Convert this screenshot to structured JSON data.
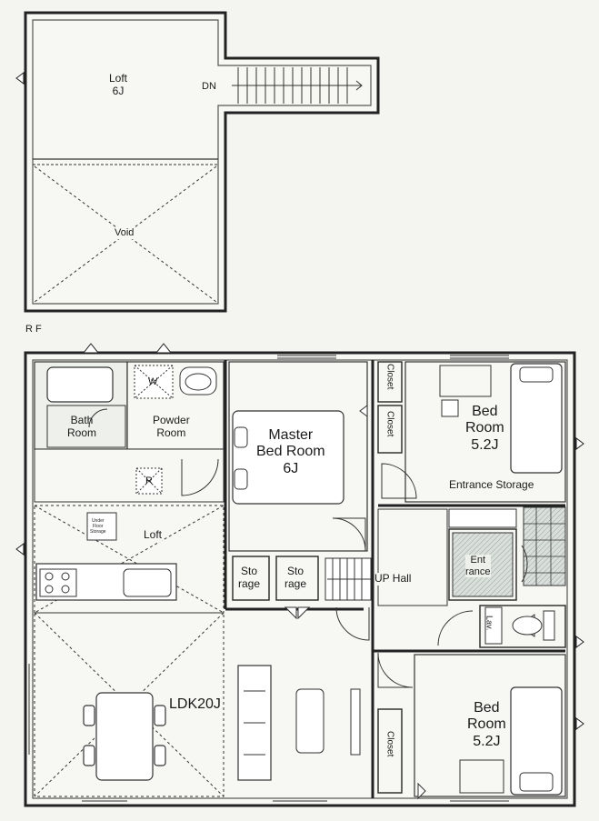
{
  "upper_floor": {
    "loft_name": "Loft",
    "loft_size": "6J",
    "stair_label": "DN",
    "void_label": "Void"
  },
  "floor_label": "RF",
  "main_floor": {
    "bath": [
      "Bath",
      "Room"
    ],
    "powder": [
      "Powder",
      "Room"
    ],
    "w_mark": "W",
    "r_mark": "R",
    "master": [
      "Master",
      "Bed Room",
      "6J"
    ],
    "closet": "Closet",
    "bed_room_top": [
      "Bed",
      "Room",
      "5.2J"
    ],
    "entrance_storage": "Entrance Storage",
    "under_floor_storage": [
      "Under",
      "Floor",
      "Storage"
    ],
    "loft": "Loft",
    "storage": [
      "Sto",
      "rage"
    ],
    "hall": "UP Hall",
    "entrance": [
      "Ent",
      "rance"
    ],
    "lav": "Lav.",
    "ldk": "LDK20J",
    "bed_room_bottom": [
      "Bed",
      "Room",
      "5.2J"
    ]
  }
}
